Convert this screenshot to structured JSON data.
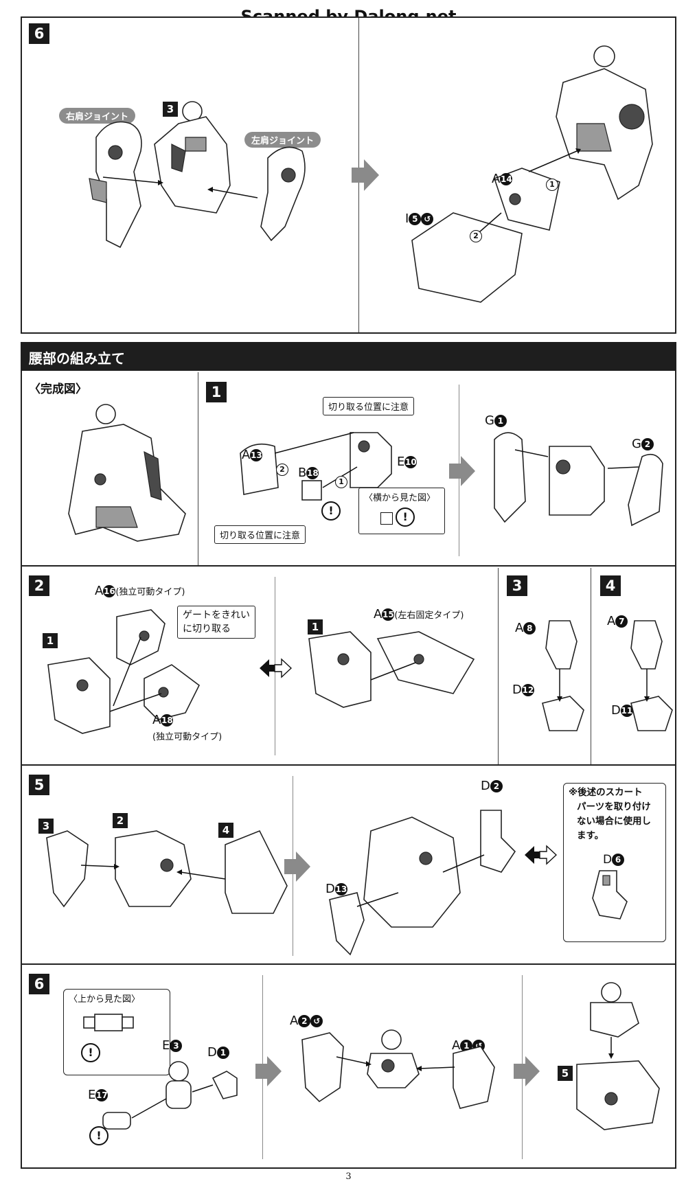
{
  "header": {
    "scan_credit": "Scanned by Dalong.net"
  },
  "top_section": {
    "step": "6",
    "label_right_joint": "右肩ジョイント",
    "label_left_joint": "左肩ジョイント",
    "ref_step": "3",
    "part_a": "A",
    "part_a_num": "14",
    "part_i": "I",
    "part_i_num": "5",
    "order_1": "1",
    "order_2": "2"
  },
  "waist_section": {
    "title": "腰部の組み立て",
    "completed_label": "〈完成図〉",
    "step1": {
      "num": "1",
      "note_top": "切り取る位置に注意",
      "note_bottom": "切り取る位置に注意",
      "side_view": "〈横から見た図〉",
      "a": "A",
      "a_num": "13",
      "b": "B",
      "b_num": "18",
      "e": "E",
      "e_num": "10",
      "g1": "G",
      "g1_num": "1",
      "g2": "G",
      "g2_num": "2",
      "order_1": "1",
      "order_2": "2"
    },
    "step2": {
      "num": "2",
      "a16": "A",
      "a16_num": "16",
      "a16_note": "(独立可動タイプ)",
      "gate_note_1": "ゲートをきれい",
      "gate_note_2": "に切り取る",
      "a18": "A",
      "a18_num": "18",
      "a18_note": "(独立可動タイプ)",
      "a15": "A",
      "a15_num": "15",
      "a15_note": "(左右固定タイプ)",
      "ref_1a": "1",
      "ref_1b": "1"
    },
    "step3": {
      "num": "3",
      "a": "A",
      "a_num": "8",
      "d": "D",
      "d_num": "12"
    },
    "step4": {
      "num": "4",
      "a": "A",
      "a_num": "7",
      "d": "D",
      "d_num": "11"
    },
    "step5": {
      "num": "5",
      "ref3": "3",
      "ref2": "2",
      "ref4": "4",
      "d2": "D",
      "d2_num": "2",
      "d13": "D",
      "d13_num": "13",
      "note_line1": "※後述のスカート",
      "note_line2": "パーツを取り付け",
      "note_line3": "ない場合に使用し",
      "note_line4": "ます。",
      "d6": "D",
      "d6_num": "6"
    },
    "step6": {
      "num": "6",
      "top_view": "〈上から見た図〉",
      "e3": "E",
      "e3_num": "3",
      "d1": "D",
      "d1_num": "1",
      "e17": "E",
      "e17_num": "17",
      "a2": "A",
      "a2_num": "2",
      "a1": "A",
      "a1_num": "1",
      "ref5": "5"
    }
  },
  "footer": {
    "page_number": "3"
  }
}
